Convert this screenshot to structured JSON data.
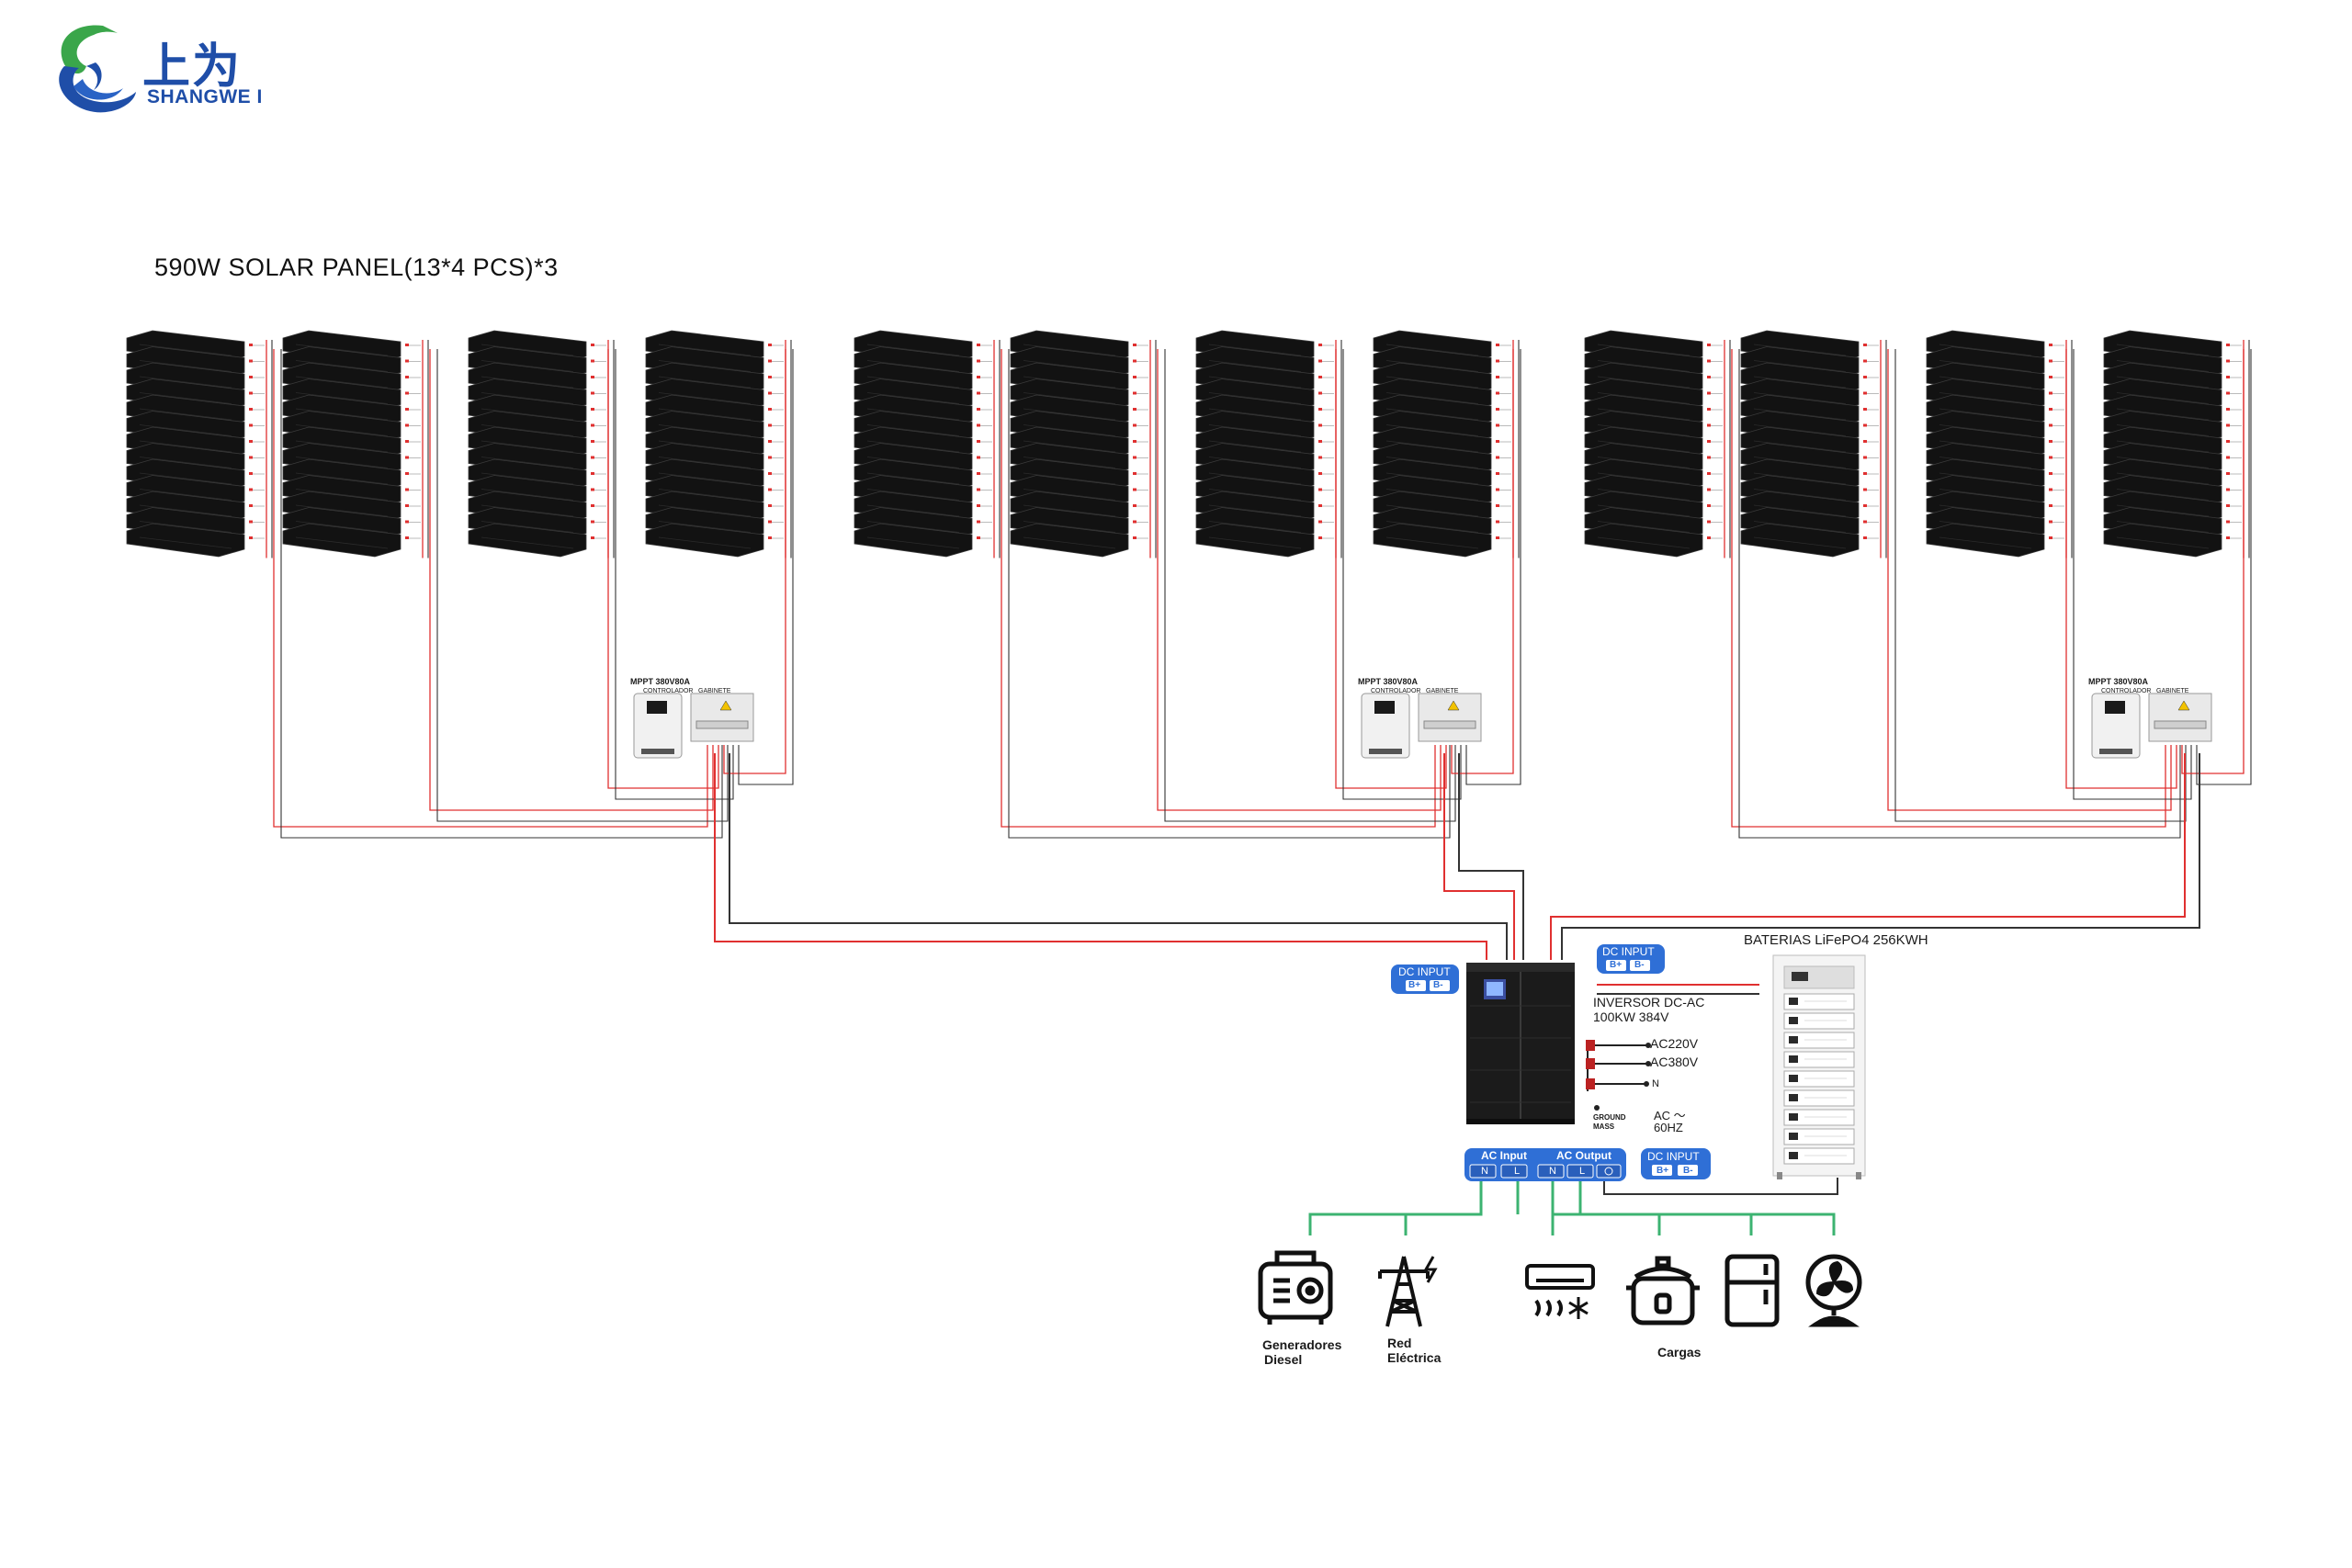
{
  "logo": {
    "cn": "上为",
    "en": "SHANGWE I"
  },
  "title": "590W SOLAR PANEL(13*4 PCS)*3",
  "arrays": {
    "count": 3,
    "strings_per_array": 4,
    "panels_per_string": 13,
    "controller_label": "MPPT 380V80A",
    "controller_sub": "CONTROLADOR",
    "cabinet_label": "GABINETE"
  },
  "inverter": {
    "dc_input_left": {
      "label": "DC INPUT",
      "plus": "B+",
      "minus": "B-"
    },
    "dc_input_right": {
      "label": "DC INPUT",
      "plus": "B+",
      "minus": "B-"
    },
    "name": "INVERSOR DC-AC",
    "rating": "100KW 384V",
    "ac220": "AC220V",
    "ac380": "AC380V",
    "neutral": "N",
    "ground1": "GROUND",
    "ground2": "MASS",
    "ac1": "AC ～",
    "ac2": "60HZ",
    "ac_input": {
      "label": "AC Input",
      "n": "N",
      "l": "L"
    },
    "ac_output": {
      "label": "AC Output",
      "n": "N",
      "l": "L"
    },
    "dc_input_bottom": {
      "label": "DC INPUT",
      "plus": "B+",
      "minus": "B-"
    }
  },
  "battery": {
    "label": "BATERIAS LiFePO4 256KWH",
    "modules": 10
  },
  "sources": [
    {
      "icon": "diesel-generator-icon",
      "line1": "Generadores",
      "line2": "Diesel"
    },
    {
      "icon": "power-tower-icon",
      "line1": "Red",
      "line2": "Eléctrica"
    }
  ],
  "loads": {
    "label": "Cargas",
    "icons": [
      "air-conditioner-icon",
      "rice-cooker-icon",
      "refrigerator-icon",
      "fan-icon"
    ]
  },
  "colors": {
    "positive": "#e03030",
    "negative": "#333333",
    "ac_line": "#3cb371",
    "badge": "#2f6fd6",
    "panel": "#121212",
    "brand": "#1f4ea8"
  }
}
